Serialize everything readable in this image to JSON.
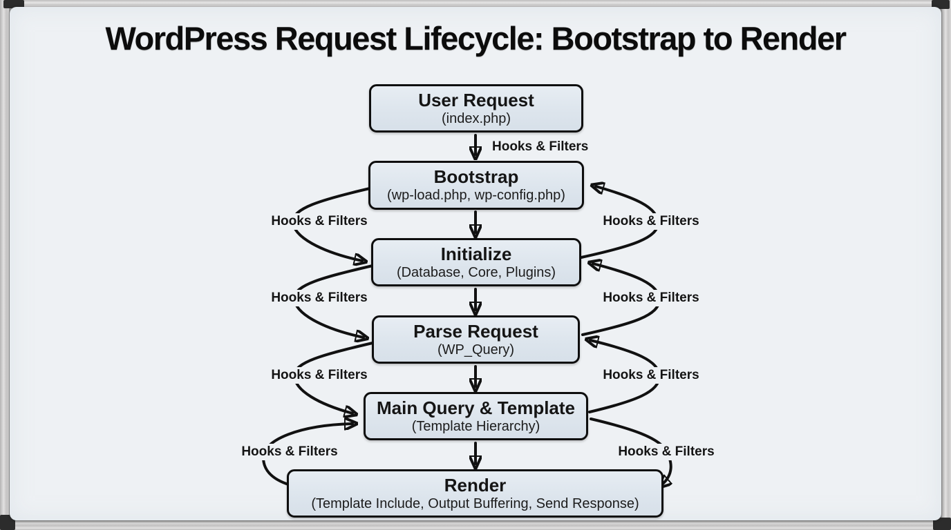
{
  "title": "WordPress Request Lifecycle: Bootstrap to Render",
  "edge_label": "Hooks & Filters",
  "nodes": [
    {
      "title": "User Request",
      "subtitle": "(index.php)"
    },
    {
      "title": "Bootstrap",
      "subtitle": "(wp-load.php, wp-config.php)"
    },
    {
      "title": "Initialize",
      "subtitle": "(Database, Core, Plugins)"
    },
    {
      "title": "Parse Request",
      "subtitle": "(WP_Query)"
    },
    {
      "title": "Main Query & Template",
      "subtitle": "(Template Hierarchy)"
    },
    {
      "title": "Render",
      "subtitle": "(Template Include, Output Buffering, Send Response)"
    }
  ],
  "colors": {
    "canvas": "#eef1f4",
    "node_fill": "#dde5ed",
    "node_border": "#0e0e0e",
    "line": "#111111",
    "frame_metal": "#d8d7d7",
    "frame_caps": "#2c2c2c"
  }
}
